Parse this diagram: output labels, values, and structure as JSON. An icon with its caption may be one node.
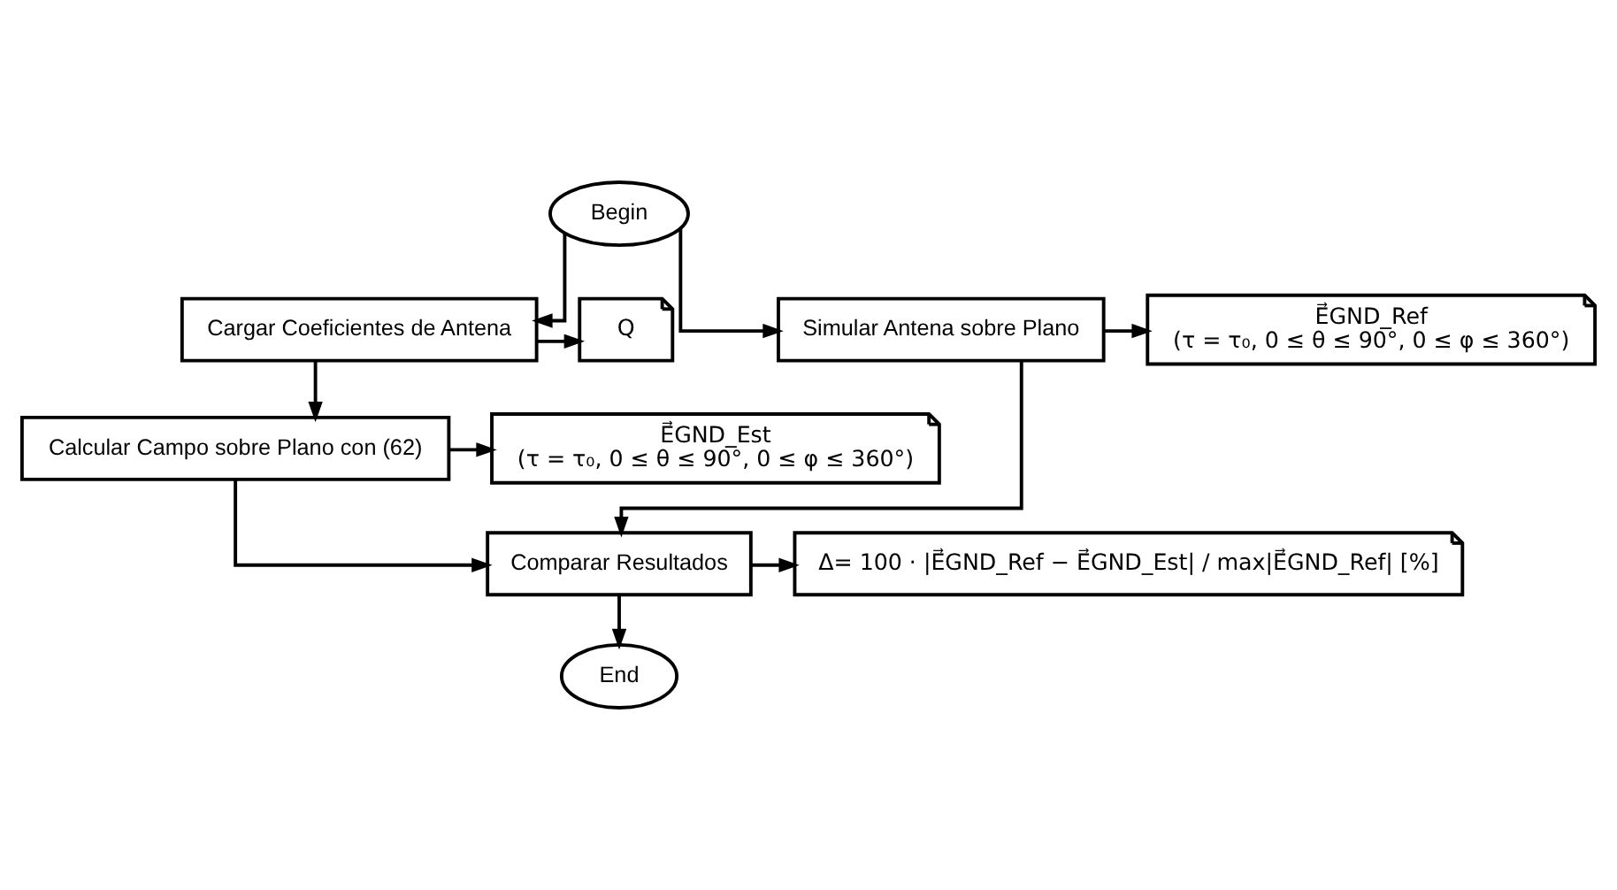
{
  "diagram": {
    "nodes": [
      {
        "text": [
          "Begin"
        ]
      },
      {
        "text": [
          "Cargar Coeficientes de Antena"
        ]
      },
      {
        "text": [
          "Simular Antena sobre Plano"
        ]
      },
      {
        "text": [
          "Q"
        ]
      },
      {
        "text": [
          "E⃗GND_Ref",
          "(τ = τ₀, 0 ≤ θ ≤ 90°, 0 ≤ φ ≤ 360°)"
        ]
      },
      {
        "text": [
          "Calcular Campo sobre Plano con (62)"
        ]
      },
      {
        "text": [
          "E⃗GND_Est",
          "(τ = τ₀, 0 ≤ θ ≤ 90°, 0 ≤ φ ≤ 360°)"
        ]
      },
      {
        "text": [
          "Comparar Resultados"
        ]
      },
      {
        "text": [
          "Δ= 100 · |E⃗GND_Ref − E⃗GND_Est| / max|E⃗GND_Ref| [%]"
        ]
      },
      {
        "text": [
          "End"
        ]
      }
    ],
    "edges": [
      {
        "from": 0,
        "to": 1,
        "arrow": "to"
      },
      {
        "from": 0,
        "to": 2,
        "arrow": "to"
      },
      {
        "from": 1,
        "to": 3,
        "arrow": "to"
      },
      {
        "from": 2,
        "to": 4,
        "arrow": "to"
      },
      {
        "from": 1,
        "to": 5,
        "arrow": "to"
      },
      {
        "from": 5,
        "to": 6,
        "arrow": "to"
      },
      {
        "from": 5,
        "to": 7,
        "arrow": "to"
      },
      {
        "from": 2,
        "to": 7,
        "arrow": "to"
      },
      {
        "from": 7,
        "to": 8,
        "arrow": "to"
      },
      {
        "from": 7,
        "to": 9,
        "arrow": "to"
      }
    ]
  }
}
